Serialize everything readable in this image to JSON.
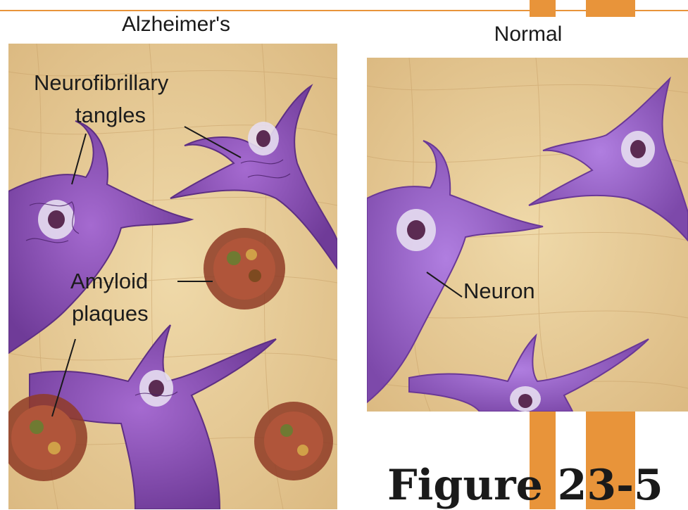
{
  "panels": {
    "left": {
      "title": "Alzheimer's"
    },
    "right": {
      "title": "Normal"
    }
  },
  "labels": {
    "neurofibrillary_tangles": [
      "Neurofibrillary",
      "tangles"
    ],
    "amyloid_plaques": [
      "Amyloid",
      "plaques"
    ],
    "neuron": "Neuron"
  },
  "caption": "Figure 23-5",
  "colors": {
    "accent": "#e8943a",
    "tissue": "#e9cf9a",
    "neuron": "#8a4fb8",
    "nucleus": "#5b2b52",
    "plaque": "#a8442e"
  }
}
